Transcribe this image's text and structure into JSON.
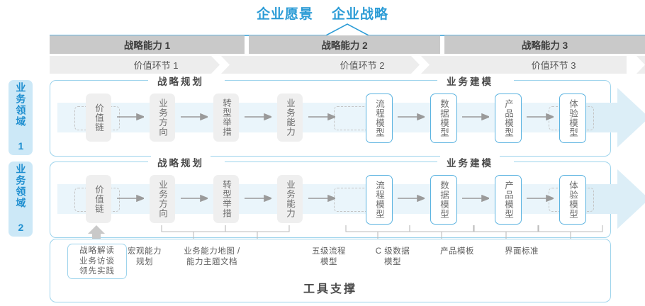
{
  "header": {
    "vision": "企业愿景",
    "strategy": "企业战略"
  },
  "capabilities": [
    {
      "label": "战略能力 1"
    },
    {
      "label": "战略能力 2"
    },
    {
      "label": "战略能力 3"
    }
  ],
  "value_links": [
    {
      "label": "价值环节 1"
    },
    {
      "label": "价值环节 2"
    },
    {
      "label": "价值环节 3"
    }
  ],
  "domains": [
    {
      "label": "业务领域 1"
    },
    {
      "label": "业务领域 2"
    }
  ],
  "sections": {
    "planning": "战略规划",
    "modeling": "业务建模"
  },
  "flow": {
    "planning_nodes": [
      {
        "label": "价值链"
      },
      {
        "label": "业务方向"
      },
      {
        "label": "转型举措"
      },
      {
        "label": "业务能力"
      }
    ],
    "modeling_nodes": [
      {
        "label": "流程模型"
      },
      {
        "label": "数据模型"
      },
      {
        "label": "产品模型"
      },
      {
        "label": "体验模型"
      }
    ]
  },
  "tools": {
    "title": "工具支撑",
    "chip": {
      "lines": [
        "战略解读",
        "业务访谈",
        "领先实践"
      ]
    },
    "captions": [
      {
        "lines": [
          "宏观能力",
          "规划"
        ]
      },
      {
        "lines": [
          "业务能力地图 /",
          "能力主题文档"
        ]
      },
      {
        "lines": [
          "五级流程",
          "模型"
        ]
      },
      {
        "lines": [
          "C 级数据",
          "模型"
        ]
      },
      {
        "lines": [
          "产品模板"
        ]
      },
      {
        "lines": [
          "界面标准"
        ]
      }
    ]
  },
  "colors": {
    "accent_blue": "#2C9CD6",
    "border_blue": "#9ED4EC",
    "node_blue": "#5BB3E0",
    "tab_blue": "#CCE8F7",
    "track_blue": "#EAF5FB",
    "cap_gray": "#C9C9C9",
    "val_gray": "#EDEDED",
    "node_gray": "#EFEFEF"
  }
}
